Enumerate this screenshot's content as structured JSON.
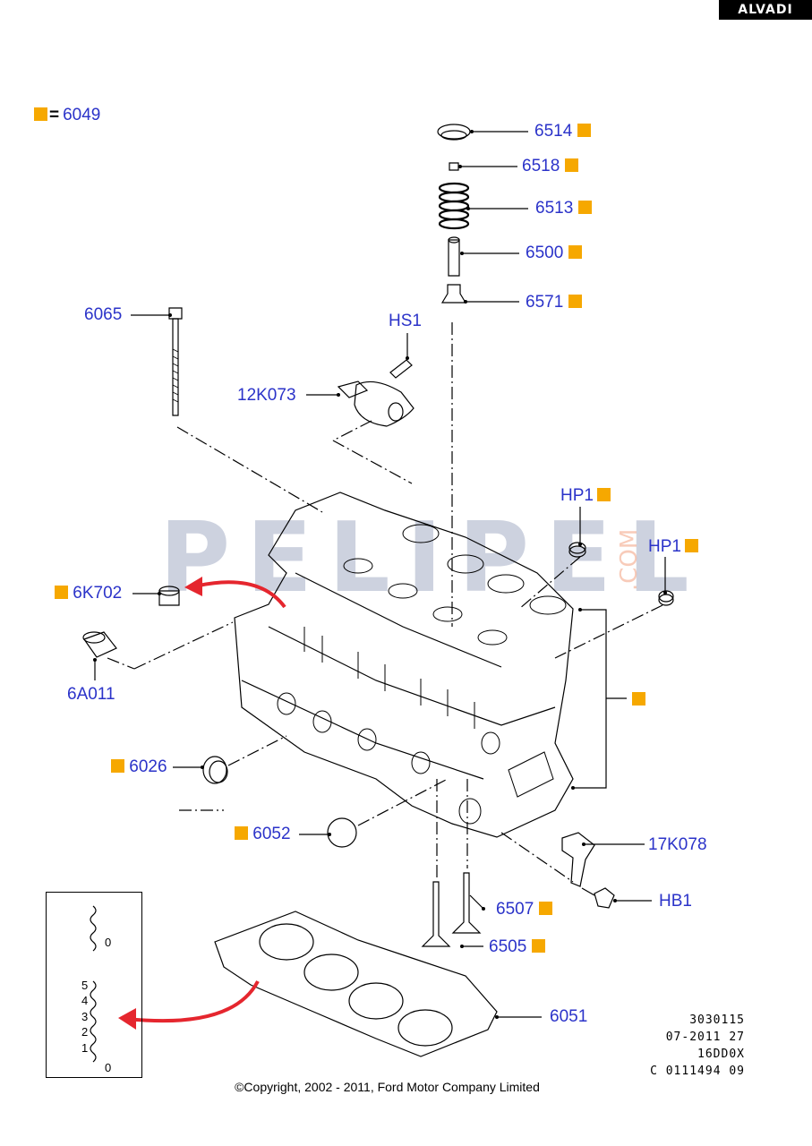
{
  "brand": "ALVADI",
  "watermark": {
    "text": "PELIPEL",
    "suffix": ".COM"
  },
  "legend": {
    "equals": "=",
    "part": "6049",
    "marker_color": "#f6a800"
  },
  "colors": {
    "label": "#2b33c9",
    "marker": "#f6a800",
    "arrow": "#e5262e",
    "line": "#000000"
  },
  "parts": [
    {
      "id": "6514",
      "marker": "after"
    },
    {
      "id": "6518",
      "marker": "after"
    },
    {
      "id": "6513",
      "marker": "after"
    },
    {
      "id": "6500",
      "marker": "after"
    },
    {
      "id": "6571",
      "marker": "after"
    },
    {
      "id": "6065",
      "marker": "none"
    },
    {
      "id": "HS1",
      "marker": "none"
    },
    {
      "id": "12K073",
      "marker": "none"
    },
    {
      "id": "HP1",
      "marker": "after"
    },
    {
      "id": "HP1",
      "marker": "after"
    },
    {
      "id": "6K702",
      "marker": "before"
    },
    {
      "id": "6A011",
      "marker": "none"
    },
    {
      "id": "6026",
      "marker": "before"
    },
    {
      "id": "6052",
      "marker": "before"
    },
    {
      "id": "17K078",
      "marker": "none"
    },
    {
      "id": "HB1",
      "marker": "none"
    },
    {
      "id": "6507",
      "marker": "after"
    },
    {
      "id": "6505",
      "marker": "after"
    },
    {
      "id": "6051",
      "marker": "none"
    }
  ],
  "gasket_grades": {
    "top": "0",
    "grades": [
      "5",
      "4",
      "3",
      "2",
      "1"
    ],
    "bottom": "0"
  },
  "reference": [
    "3030115",
    "07-2011 27",
    "16DD0X",
    "C 0111494 09"
  ],
  "copyright": "©Copyright, 2002 - 2011, Ford Motor Company Limited"
}
